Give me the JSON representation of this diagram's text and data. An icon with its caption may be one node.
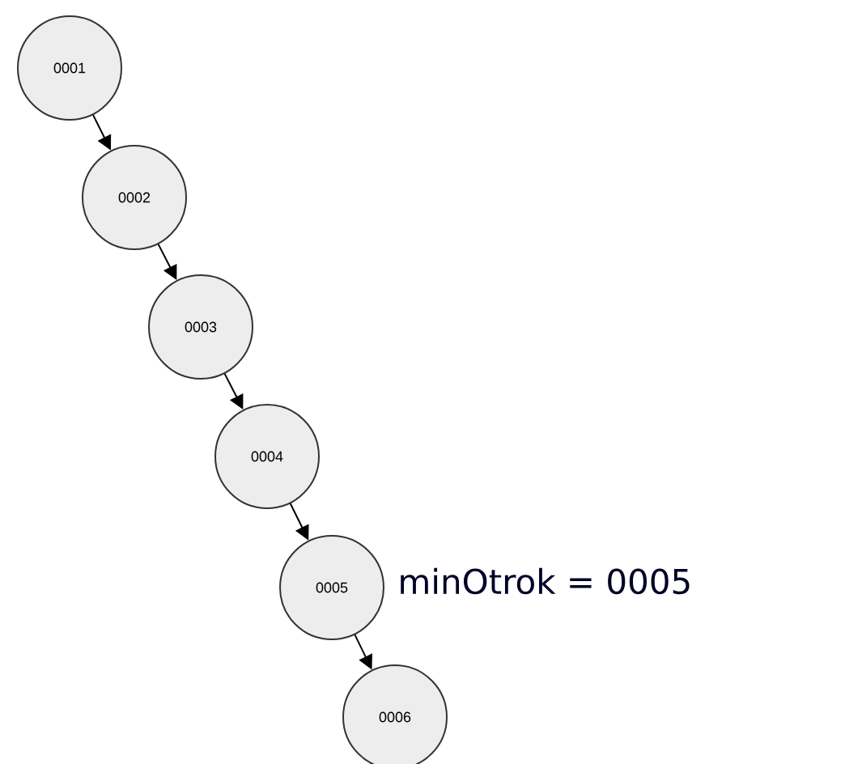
{
  "diagram": {
    "nodes": [
      {
        "text": [
          "0001"
        ]
      },
      {
        "text": [
          "0002"
        ]
      },
      {
        "text": [
          "0003"
        ]
      },
      {
        "text": [
          "0004"
        ]
      },
      {
        "text": [
          "0005"
        ],
        "beside": [
          "minOtrok = 0005"
        ]
      },
      {
        "text": [
          "0006"
        ]
      }
    ],
    "edges": [
      {
        "from": 0,
        "to": 1,
        "arrow": "to"
      },
      {
        "from": 1,
        "to": 2,
        "arrow": "to"
      },
      {
        "from": 2,
        "to": 3,
        "arrow": "to"
      },
      {
        "from": 3,
        "to": 4,
        "arrow": "to"
      },
      {
        "from": 4,
        "to": 5,
        "arrow": "to"
      }
    ]
  }
}
